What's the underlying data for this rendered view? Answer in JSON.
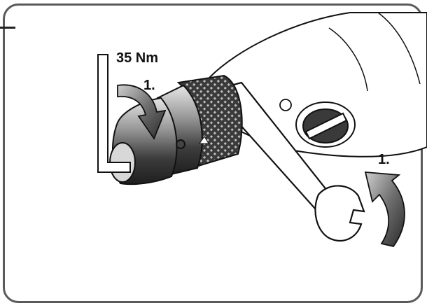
{
  "labels": {
    "torque": "35 Nm",
    "step_left": "1.",
    "step_right": "1."
  },
  "colors": {
    "line": "#111111",
    "frame": "#5a5a5a",
    "chuck_dark": "#2b2b2b",
    "chuck_mid": "#6e6e6e",
    "chuck_light": "#c9c9c9",
    "arrow_fill": "#7a7a7a"
  },
  "icons": [
    "hex-key-icon",
    "wrench-icon",
    "rotation-arrow-icon",
    "drill-chuck-icon"
  ]
}
